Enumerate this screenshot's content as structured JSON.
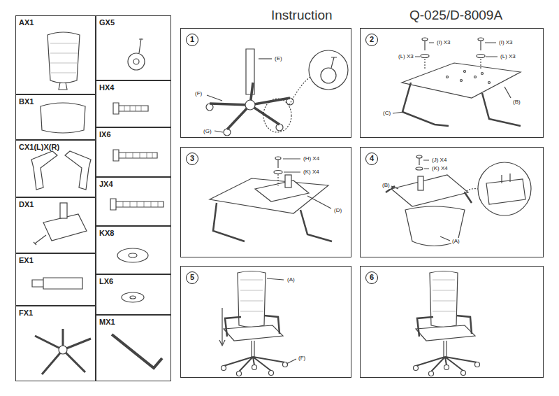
{
  "diagram": {
    "title": "Instruction",
    "nodes": [
      {
        "text": [
          "AX1"
        ]
      },
      {
        "text": [
          "BX1"
        ]
      },
      {
        "text": [
          "CX1(L)X(R)"
        ]
      },
      {
        "text": [
          "DX1"
        ]
      },
      {
        "text": [
          "EX1"
        ]
      },
      {
        "text": [
          "FX1"
        ]
      },
      {
        "text": [
          "GX5"
        ]
      },
      {
        "text": [
          "HX4"
        ]
      },
      {
        "text": [
          "IX6"
        ]
      },
      {
        "text": [
          "JX4"
        ]
      },
      {
        "text": [
          "KX8"
        ]
      },
      {
        "text": [
          "LX6"
        ]
      },
      {
        "text": [
          "MX1"
        ]
      },
      {
        "text": [
          "1"
        ]
      },
      {
        "text": [
          "2"
        ]
      },
      {
        "text": [
          "3"
        ]
      },
      {
        "text": [
          "4"
        ]
      },
      {
        "text": [
          "5"
        ]
      },
      {
        "text": [
          "6"
        ]
      }
    ],
    "labels": [
      "Q-025/D-8009A",
      "(E)",
      "(F)",
      "(G)",
      "(I) X3",
      "(L) X3",
      "(I) X3",
      "(L) X3",
      "(B)",
      "(C)",
      "(H) X4",
      "(K) X4",
      "(D)",
      "(J) X4",
      "(K) X4",
      "(B)",
      "(A)",
      "(A)",
      "(F)"
    ]
  }
}
